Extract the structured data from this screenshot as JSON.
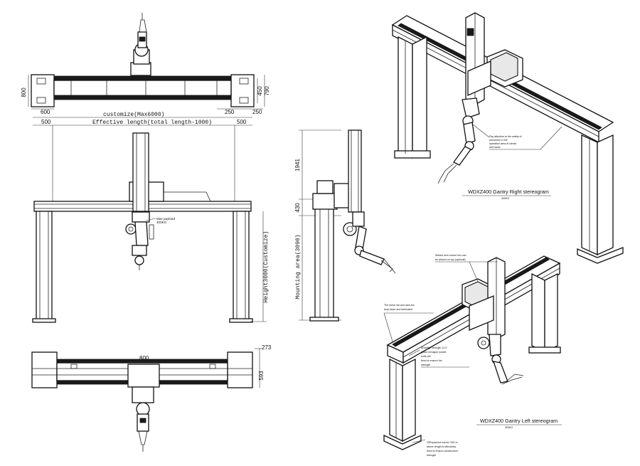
{
  "dimensions": {
    "top_view_height": "800",
    "top_right_inner": "450",
    "top_right_outer": "790",
    "top_left_bottom": "600",
    "top_mid_bottom_a": "250",
    "top_mid_bottom_b": "250",
    "front_customize": "customize(Max6000)",
    "front_effective": "Effective length(total length-1000)",
    "front_left_500": "500",
    "front_right_500": "500",
    "front_height": "Height3000(Customize)",
    "front_payload": "Max payload",
    "front_payload_value": "400KG",
    "side_1941": "1941",
    "side_430": "430",
    "side_mounting": "Mounting area(3090)",
    "bottom_800": "800",
    "bottom_273": "273",
    "bottom_593": "593"
  },
  "right_stereogram": {
    "note_1": "Pay attention to the safety of",
    "note_2": "personnel in the",
    "note_3": "operation area of robots",
    "note_4": "and racks",
    "title": "WDXZ400 Gantry Right stereogram",
    "payload": "400KG"
  },
  "left_stereogram": {
    "note_welder_1": "Welder and control box can",
    "note_welder_2": "be placed on top (optional)",
    "note_rail_1": "The linear rail and rack are",
    "note_rail_2": "kept clean and lubricated",
    "note_bolt_1": "M16High strength 12.9",
    "note_bolt_2": "grade hexagon socket",
    "note_bolt_3": "bolts are",
    "note_bolt_4": "fixed to ensure the",
    "note_bolt_5": "strength.",
    "title": "WDXZ400 Gantry Left stereogram",
    "payload": "400KG",
    "note_screw_1": "20Expansion screw *150 or",
    "note_screw_2": "above length is effectively",
    "note_screw_3": "fixed to ensure construction",
    "note_screw_4": "strength"
  }
}
